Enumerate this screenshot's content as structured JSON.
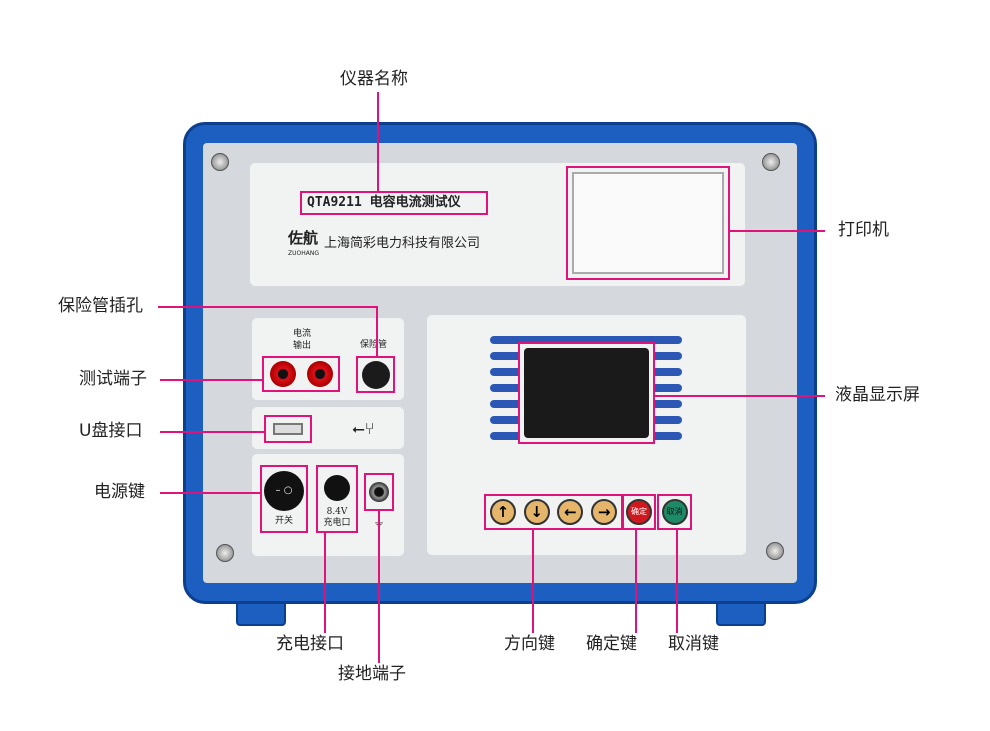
{
  "panel": {
    "model": "QTA9211 电容电流测试仪",
    "brand": "佐航",
    "brand_sub": "ZUOHANG",
    "company": "上海简彩电力科技有限公司",
    "current_output": "电流\n输出",
    "fuse": "保险管",
    "switch": "开关",
    "voltage": "8.4V",
    "charge_port": "充电口",
    "confirm": "确定",
    "cancel": "取消",
    "arrows": [
      "↑",
      "↓",
      "←",
      "→"
    ]
  },
  "callouts": {
    "name": "仪器名称",
    "printer": "打印机",
    "fuse_socket": "保险管插孔",
    "test_terminal": "测试端子",
    "usb": "U盘接口",
    "power": "电源键",
    "lcd": "液晶显示屏",
    "charge": "充电接口",
    "ground": "接地端子",
    "direction": "方向键",
    "confirm": "确定键",
    "cancel": "取消键"
  },
  "colors": {
    "accent": "#e0137a",
    "case": "#1c5fc0"
  }
}
